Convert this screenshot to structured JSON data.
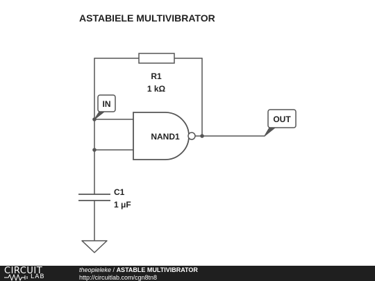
{
  "diagram": {
    "title": "ASTABIELE MULTIVIBRATOR",
    "components": {
      "resistor": {
        "ref": "R1",
        "value": "1 kΩ"
      },
      "capacitor": {
        "ref": "C1",
        "value": "1 μF"
      },
      "gate": {
        "ref": "NAND1"
      }
    },
    "tags": {
      "input": "IN",
      "output": "OUT"
    }
  },
  "footer": {
    "logo_top": "CIRCUIT",
    "logo_bottom": "LAB",
    "author": "theopieleke",
    "separator": " / ",
    "title": "ASTABLE MULTIVIBRATOR",
    "url": "http://circuitlab.com/cgn8tn8"
  },
  "colors": {
    "wire": "#555555",
    "background": "#ffffff",
    "footer_bg": "#1f1f1f",
    "text": "#222222"
  }
}
